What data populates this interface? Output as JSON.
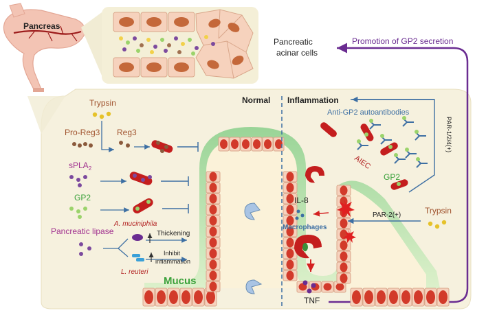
{
  "labels": {
    "pancreas": "Pancreas",
    "acinar_line1": "Pancreatic",
    "acinar_line2": "acinar cells",
    "promotion": "Promotion of GP2 secretion",
    "normal": "Normal",
    "inflammation": "Inflammation",
    "anti_gp2": "Anti-GP2 autoantibodies",
    "par124": "PAR-1/2/4(+)",
    "par2": "PAR-2(+)",
    "trypsin_left": "Trypsin",
    "trypsin_right": "Trypsin",
    "pro_reg3": "Pro-Reg3",
    "reg3": "Reg3",
    "spla2_main": "sPLA",
    "spla2_sub": "2",
    "gp2_left": "GP2",
    "gp2_right": "GP2",
    "aiec": "AIEC",
    "il8": "IL-8",
    "macrophages": "Macrophages",
    "pancreatic_lipase": "Pancreatic lipase",
    "a_muciniphila": "A. muciniphila",
    "thickening": "Thickening",
    "l_reuteri": "L. reuteri",
    "inhibit_line1": "Inhibit",
    "inhibit_line2": "inflammation",
    "mucus": "Mucus",
    "tnf": "TNF"
  },
  "colors": {
    "purple_arrow": "#6a2c91",
    "blue_arrow": "#3d6fa3",
    "brown_text": "#a0522d",
    "green_text": "#3aa13a",
    "magenta_text": "#a1318f",
    "red_text": "#b22222",
    "mucus_green": "#5cb85c",
    "panel_bg": "#f6f1de"
  }
}
